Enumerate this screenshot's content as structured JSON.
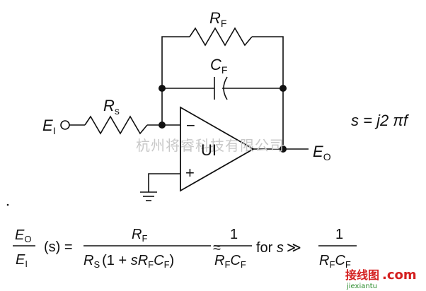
{
  "labels": {
    "rf": "R",
    "rf_sub": "F",
    "cf": "C",
    "cf_sub": "F",
    "rs": "R",
    "rs_sub": "s",
    "ei": "E",
    "ei_sub": "I",
    "eo": "E",
    "eo_sub": "O",
    "opamp": "UI",
    "minus": "−",
    "plus": "+",
    "s_def": "s = j2 πf"
  },
  "equation": {
    "lhs_num": "E",
    "lhs_num_sub": "O",
    "lhs_den": "E",
    "lhs_den_sub": "I",
    "arg": "(s) =",
    "frac1_num": "R",
    "frac1_num_sub": "F",
    "frac1_den_a": "R",
    "frac1_den_a_sub": "S",
    "frac1_den_b": "(1 + ",
    "frac1_den_s": "sR",
    "frac1_den_sub1": "F",
    "frac1_den_c": "C",
    "frac1_den_sub2": "F",
    "frac1_den_close": ")",
    "approx": "≈",
    "frac2_num": "1",
    "frac2_den_r": "R",
    "frac2_den_rsub": "F",
    "frac2_den_c": "C",
    "frac2_den_csub": "F",
    "for_text": "for ",
    "s_var": "s",
    "much_greater": "≫",
    "frac3_num": "1",
    "frac3_den_r": "R",
    "frac3_den_rsub": "F",
    "frac3_den_c": "C",
    "frac3_den_csub": "F"
  },
  "watermarks": {
    "company": "杭州将睿科技有限公司",
    "site_cn": "接线图",
    "site_dot": ".com",
    "site_url": "jiexiantu"
  },
  "colors": {
    "ink": "#111111",
    "watermark": "#c8c8c8",
    "brand_red": "#d42020",
    "brand_green": "#2a8a2a"
  }
}
